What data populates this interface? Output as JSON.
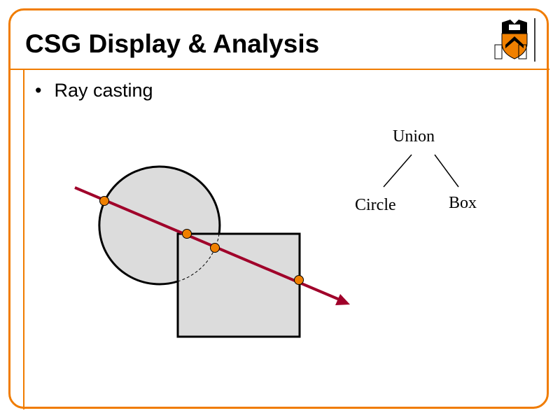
{
  "slide": {
    "title": "CSG Display & Analysis",
    "bullet": "Ray casting",
    "bullet_marker": "•",
    "logo_icon": "princeton-shield-logo"
  },
  "tree": {
    "root": "Union",
    "left_child": "Circle",
    "right_child": "Box"
  },
  "colors": {
    "accent": "#f07c00",
    "ray": "#a0002a",
    "hit_point": "#f08000",
    "shape_fill": "#dcdcdc"
  }
}
